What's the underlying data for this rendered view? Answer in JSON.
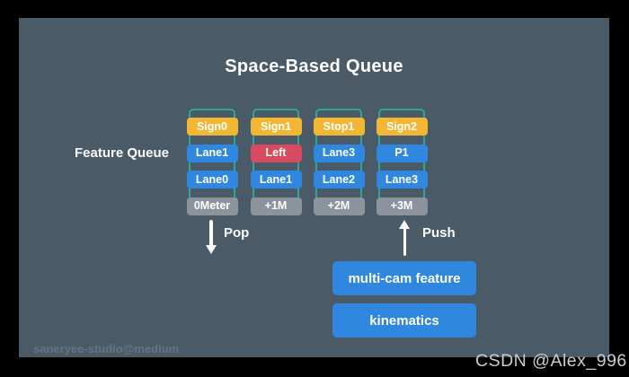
{
  "palette": {
    "background": "#000000",
    "panel": "#4A5A67",
    "yellow": "#F2B632",
    "blue": "#2F87E0",
    "red": "#D84A5F",
    "gray": "#8B939D",
    "teal": "#2AA79B",
    "white": "#FFFFFF"
  },
  "title": "Space-Based Queue",
  "feature_queue_label": "Feature Queue",
  "queue": {
    "columns": [
      {
        "cells": [
          {
            "label": "Sign0",
            "color": "yellow"
          },
          {
            "label": "Lane1",
            "color": "blue"
          },
          {
            "label": "Lane0",
            "color": "blue"
          },
          {
            "label": "0Meter",
            "color": "gray"
          }
        ]
      },
      {
        "cells": [
          {
            "label": "Sign1",
            "color": "yellow"
          },
          {
            "label": "Left",
            "color": "red"
          },
          {
            "label": "Lane1",
            "color": "blue"
          },
          {
            "label": "+1M",
            "color": "gray"
          }
        ]
      },
      {
        "cells": [
          {
            "label": "Stop1",
            "color": "yellow"
          },
          {
            "label": "Lane3",
            "color": "blue"
          },
          {
            "label": "Lane2",
            "color": "blue"
          },
          {
            "label": "+2M",
            "color": "gray"
          }
        ]
      },
      {
        "cells": [
          {
            "label": "Sign2",
            "color": "yellow"
          },
          {
            "label": "P1",
            "color": "blue"
          },
          {
            "label": "Lane3",
            "color": "blue"
          },
          {
            "label": "+3M",
            "color": "gray"
          }
        ]
      }
    ]
  },
  "arrows": {
    "pop_label": "Pop",
    "push_label": "Push"
  },
  "boxes": {
    "multi_cam": "multi-cam feature",
    "kinematics": "kinematics"
  },
  "watermarks": {
    "studio": "saneryee-studio@medium",
    "csdn": "CSDN @Alex_996"
  }
}
